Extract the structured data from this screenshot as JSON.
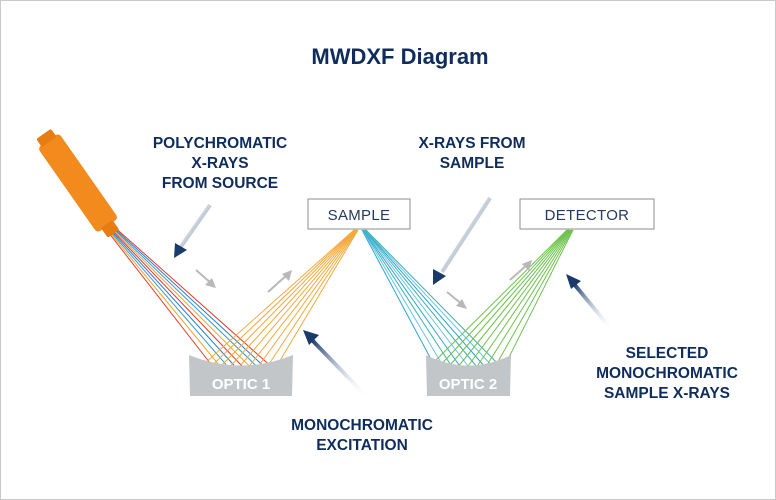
{
  "title": "MWDXF Diagram",
  "labels": {
    "source_line1": "POLYCHROMATIC",
    "source_line2": "X-RAYS",
    "source_line3": "FROM SOURCE",
    "from_sample_line1": "X-RAYS FROM",
    "from_sample_line2": "SAMPLE",
    "excitation_line1": "MONOCHROMATIC",
    "excitation_line2": "EXCITATION",
    "selected_line1": "SELECTED",
    "selected_line2": "MONOCHROMATIC",
    "selected_line3": "SAMPLE X-RAYS"
  },
  "boxes": {
    "sample": "SAMPLE",
    "detector": "DETECTOR"
  },
  "optics": {
    "optic1": "OPTIC 1",
    "optic2": "OPTIC 2"
  },
  "colors": {
    "title": "#0f2d5c",
    "source_tube": "#f28a1e",
    "optic_fill": "#c3c6c9",
    "box_border": "#8c8c8c",
    "polychromatic_beams": [
      "#e23a2c",
      "#f5a623",
      "#3a9ad9",
      "#2c7fc9"
    ],
    "monochromatic_excitation_beam": "#f2a93b",
    "sample_xray_beams": [
      "#2aa6d6",
      "#6cc1f0",
      "#3bb5a0"
    ],
    "selected_xray_beam": "#6cc24a",
    "flow_arrow": "#b8b8b8"
  }
}
